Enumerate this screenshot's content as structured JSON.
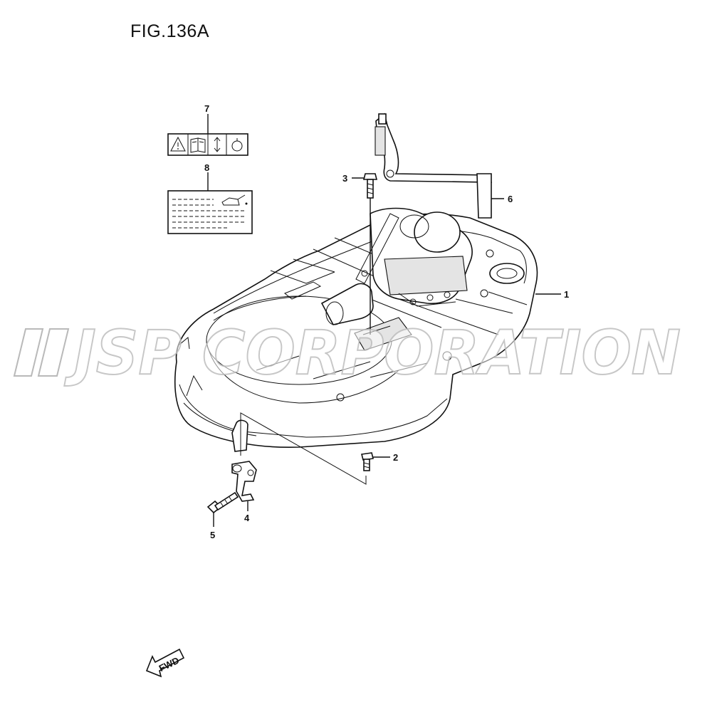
{
  "figure": {
    "title": "FIG.136A"
  },
  "watermark": {
    "text": "JSP CORPORATION"
  },
  "callouts": [
    {
      "id": "1",
      "label": "1"
    },
    {
      "id": "2",
      "label": "2"
    },
    {
      "id": "3",
      "label": "3"
    },
    {
      "id": "4",
      "label": "4"
    },
    {
      "id": "5",
      "label": "5"
    },
    {
      "id": "6",
      "label": "6"
    },
    {
      "id": "7",
      "label": "7"
    },
    {
      "id": "8",
      "label": "8"
    }
  ],
  "fwd_indicator": {
    "label": "FWD"
  },
  "icons": [
    "warning-triangle-icon",
    "manual-book-icon",
    "up-down-arrow-icon",
    "oil-can-icon"
  ]
}
